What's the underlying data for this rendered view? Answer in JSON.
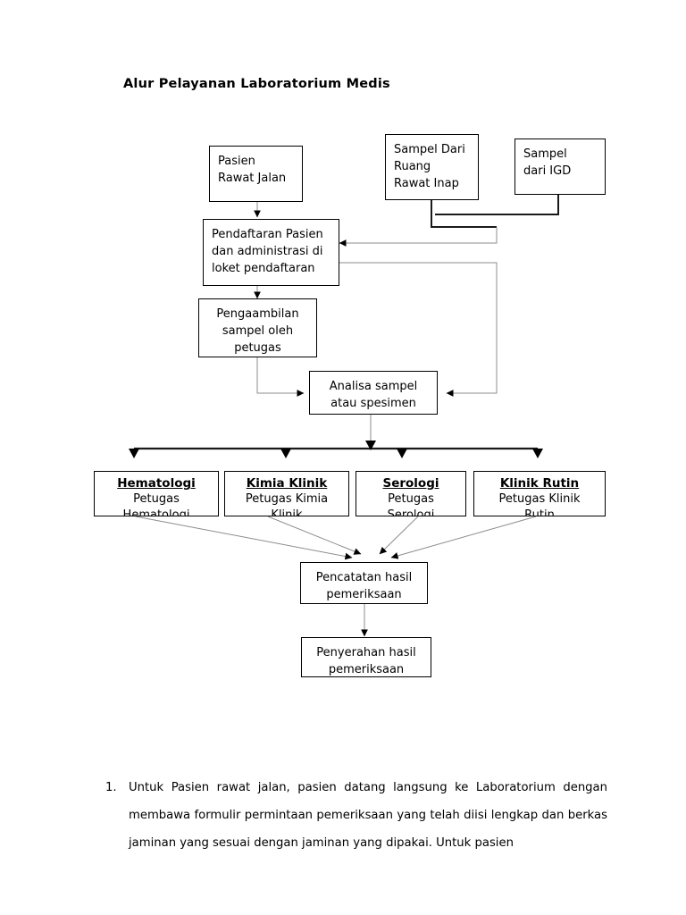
{
  "document": {
    "title": "Alur Pelayanan Laboratorium Medis"
  },
  "flowchart": {
    "nodes": {
      "pasien_rawat_jalan": "Pasien\nRawat Jalan",
      "sampel_ruang_rawat_inap": "Sampel Dari\nRuang\nRawat Inap",
      "sampel_igd": "Sampel\ndari IGD",
      "pendaftaran": "Pendaftaran Pasien\ndan administrasi di\nloket pendaftaran",
      "pengambilan_sampel": "Pengaambilan\nsampel oleh\npetugas",
      "analisa_sampel": "Analisa sampel\natau spesimen",
      "pencatatan_hasil": "Pencatatan hasil\npemeriksaan",
      "penyerahan_hasil": "Penyerahan hasil\npemeriksaan"
    },
    "departments": [
      {
        "name": "Hematologi",
        "staff": "Petugas\nHematologi"
      },
      {
        "name": "Kimia Klinik",
        "staff": "Petugas Kimia\nKlinik"
      },
      {
        "name": "Serologi",
        "staff": "Petugas\nSerologi"
      },
      {
        "name": "Klinik Rutin",
        "staff": "Petugas Klinik\nRutin"
      }
    ]
  },
  "notes": [
    {
      "number": "1.",
      "text": "Untuk Pasien rawat jalan, pasien datang langsung ke Laboratorium dengan membawa formulir permintaan pemeriksaan yang telah diisi lengkap dan berkas jaminan yang sesuai dengan jaminan yang dipakai. Untuk pasien"
    }
  ],
  "colors": {
    "background": "#ffffff",
    "text": "#000000",
    "box_border": "#000000",
    "connector_thin": "#8d8d8d",
    "connector_thick": "#1a1a1a"
  }
}
